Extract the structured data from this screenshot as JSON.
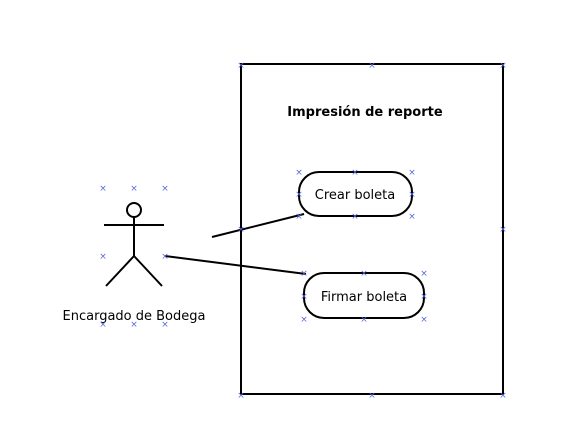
{
  "diagram": {
    "system": {
      "title": "Impresión de reporte"
    },
    "use_cases": [
      {
        "label": "Crear boleta"
      },
      {
        "label": "Firmar boleta"
      }
    ],
    "actor": {
      "label": "Encargado de Bodega"
    },
    "colors": {
      "stroke": "#000000",
      "selection_handle": "#5566dd",
      "background": "#ffffff"
    },
    "handle_glyph": "×"
  }
}
